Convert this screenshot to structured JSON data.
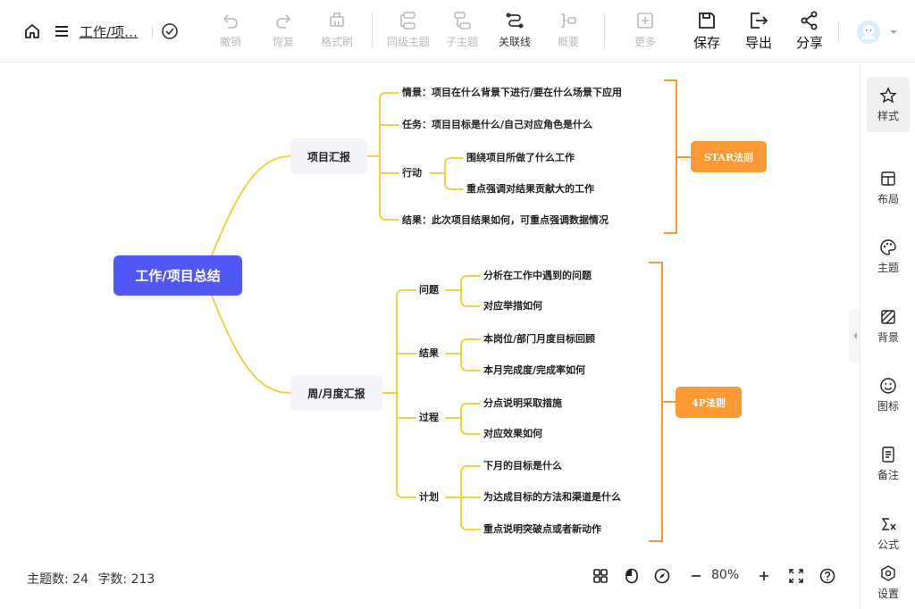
{
  "header": {
    "doc_title": "工作/项…",
    "tools": {
      "undo": "撤销",
      "redo": "恢复",
      "format_painter": "格式刷",
      "sibling_topic": "同级主题",
      "child_topic": "子主题",
      "relation_line": "关联线",
      "summary": "概要",
      "more": "更多",
      "save": "保存",
      "export": "导出",
      "share": "分享"
    }
  },
  "mindmap": {
    "root": "工作/项目总结",
    "branches": [
      {
        "label": "项目汇报",
        "children": [
          "情景：项目在什么背景下进行/要在什么场景下应用",
          "任务：项目目标是什么/自己对应角色是什么",
          "行动",
          "结果：此次项目结果如何，可重点强调数据情况"
        ],
        "action_children": [
          "围绕项目所做了什么工作",
          "重点强调对结果贡献大的工作"
        ],
        "summary": "STAR法则"
      },
      {
        "label": "周/月度汇报",
        "groups": [
          {
            "label": "问题",
            "items": [
              "分析在工作中遇到的问题",
              "对应举措如何"
            ]
          },
          {
            "label": "结果",
            "items": [
              "本岗位/部门月度目标回顾",
              "本月完成度/完成率如何"
            ]
          },
          {
            "label": "过程",
            "items": [
              "分点说明采取措施",
              "对应效果如何"
            ]
          },
          {
            "label": "计划",
            "items": [
              "下月的目标是什么",
              "为达成目标的方法和渠道是什么",
              "重点说明突破点或者新动作"
            ]
          }
        ],
        "summary": "4P法则"
      }
    ]
  },
  "status": {
    "topic_count": "主题数: 24",
    "word_count": "字数: 213",
    "zoom": "80%"
  },
  "right_panel": [
    "样式",
    "布局",
    "主题",
    "背景",
    "图标",
    "备注",
    "公式",
    "设置"
  ],
  "colors": {
    "root": "#5157f5",
    "branch_line": "#f7cf47",
    "summary": "#fd9935",
    "accent": "#333333"
  }
}
